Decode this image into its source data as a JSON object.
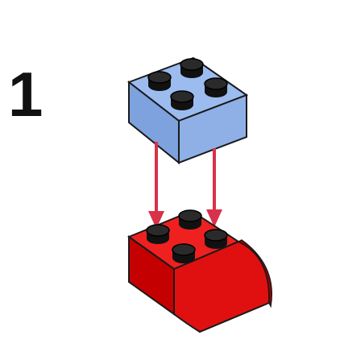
{
  "step": {
    "number": "1"
  },
  "colors": {
    "top_brick": "#8fb0e6",
    "top_brick_dark": "#5f86c8",
    "bottom_brick": "#e01010",
    "bottom_brick_dark": "#b00000",
    "arrows": "#d8324a",
    "studs": "#111111",
    "outline": "#1a1a1a"
  },
  "icons": {
    "top_brick": "lego-brick-2x2",
    "bottom_brick": "lego-curved-brick-2x2",
    "arrows": "arrow-down"
  }
}
